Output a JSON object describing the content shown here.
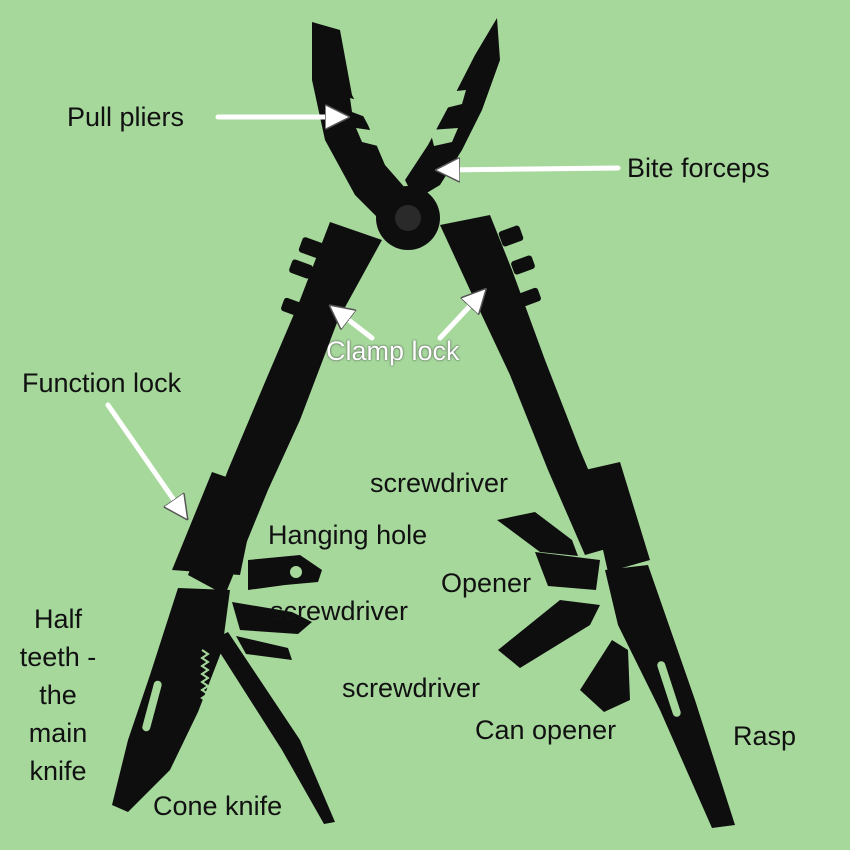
{
  "colors": {
    "background": "#a6d89c",
    "tool": "#0e0e0e",
    "arrow": "#ffffff",
    "text": "#111111",
    "light_text": "#ffffff"
  },
  "labels": {
    "pull_pliers": "Pull pliers",
    "bite_forceps": "Bite forceps",
    "clamp_lock": "Clamp lock",
    "function_lock": "Function lock",
    "screwdriver_upper": "screwdriver",
    "hanging_hole": "Hanging hole",
    "opener": "Opener",
    "screwdriver_middle": "screwdriver",
    "half_teeth_lines": [
      "Half",
      "teeth -",
      "the",
      "main",
      "knife"
    ],
    "screwdriver_lower": "screwdriver",
    "can_opener": "Can opener",
    "rasp": "Rasp",
    "cone_knife": "Cone knife"
  }
}
